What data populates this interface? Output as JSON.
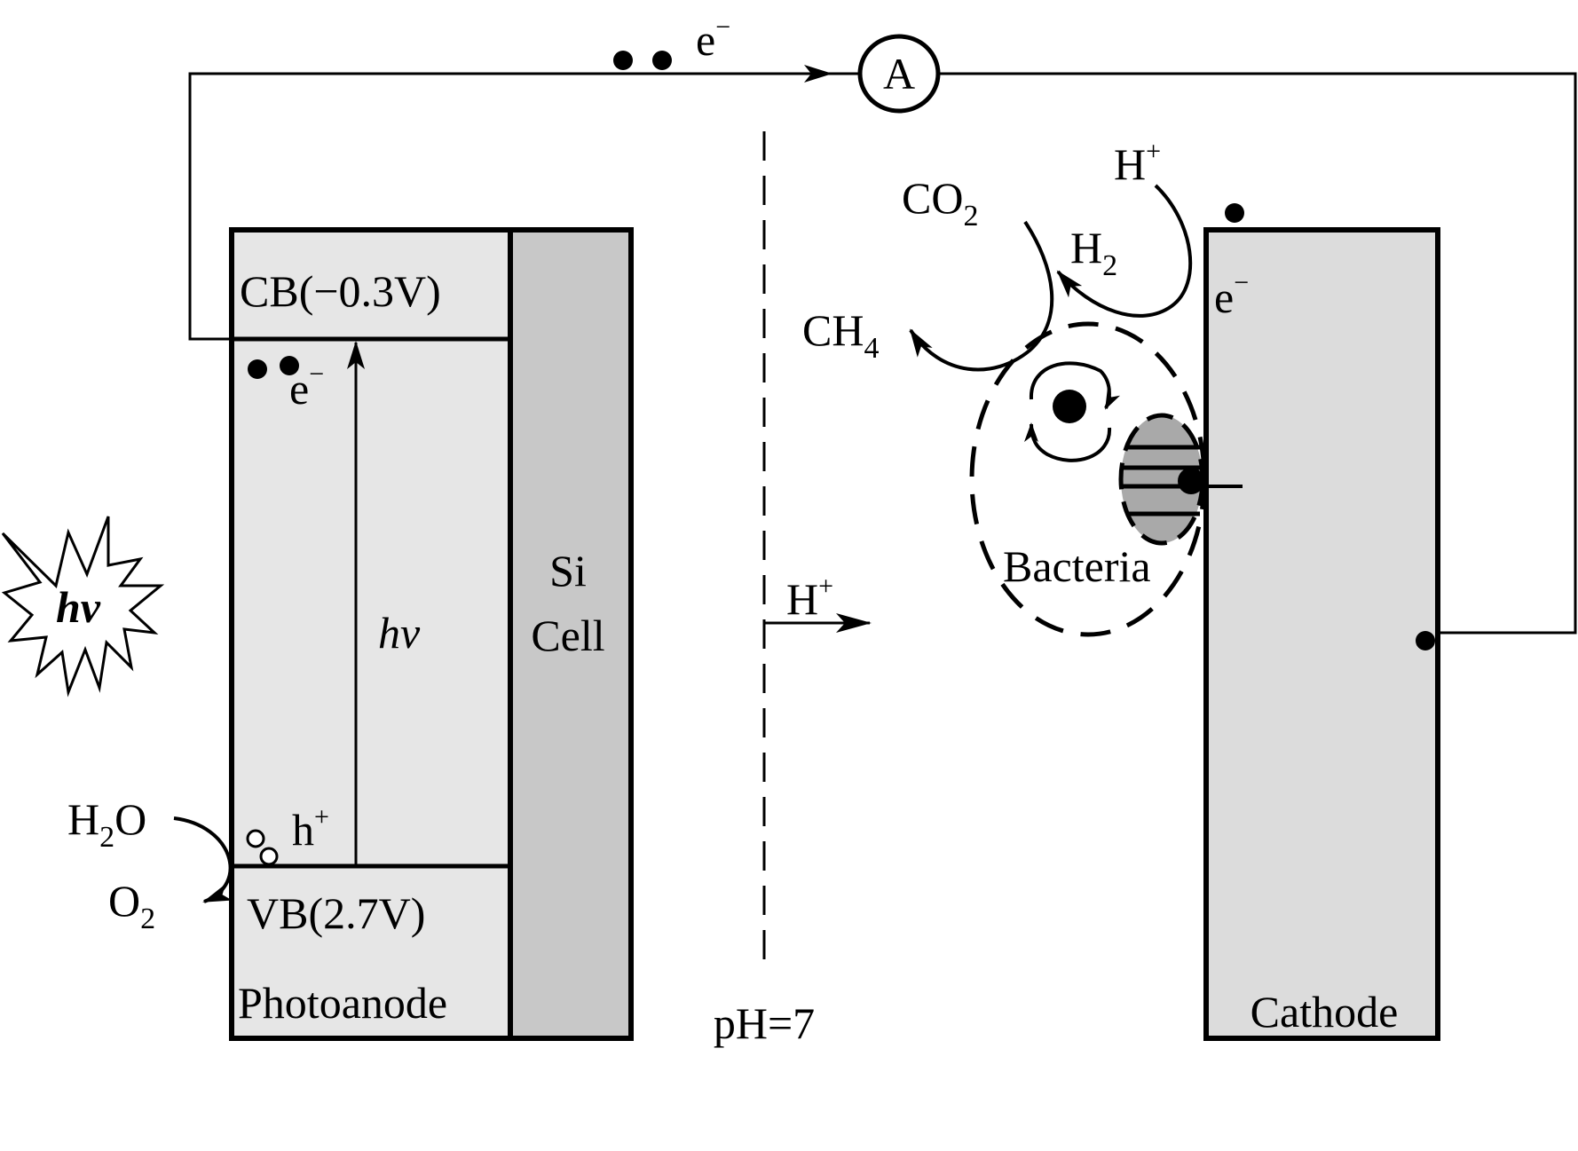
{
  "diagram": {
    "title": "Photoelectrochemical cell with bacterial cathode",
    "colors": {
      "photoanode_fill": "#e6e6e6",
      "si_cell_fill": "#c8c8c8",
      "cathode_fill": "#dcdcdc",
      "bacteria_organelle_fill": "#a9a9a9",
      "stroke": "#000000",
      "background": "#ffffff"
    },
    "external_circuit": {
      "electron_label": "e",
      "electron_charge": "−",
      "ammeter_label": "A"
    },
    "photoanode": {
      "cb_label": "CB(−0.3V)",
      "vb_label": "VB(2.7V)",
      "name_label": "Photoanode",
      "electron_label": "e",
      "electron_charge": "−",
      "hole_label": "h",
      "hole_charge": "+",
      "excitation_label": "hv"
    },
    "si_cell": {
      "line1": "Si",
      "line2": "Cell"
    },
    "light_source": {
      "label": "hv",
      "icon": "starburst-icon"
    },
    "anode_reaction": {
      "reactant_main": "H",
      "reactant_sub": "2",
      "reactant_tail": "O",
      "product_main": "O",
      "product_sub": "2"
    },
    "membrane": {
      "proton_label": "H",
      "proton_charge": "+",
      "ph_label": "pH=7"
    },
    "cathode": {
      "name_label": "Cathode",
      "electron_label": "e",
      "electron_charge": "−"
    },
    "cathode_reactions": {
      "co2_main": "CO",
      "co2_sub": "2",
      "ch4_main": "CH",
      "ch4_sub": "4",
      "h2_main": "H",
      "h2_sub": "2",
      "hplus_main": "H",
      "hplus_charge": "+"
    },
    "bacteria": {
      "label": "Bacteria"
    }
  }
}
